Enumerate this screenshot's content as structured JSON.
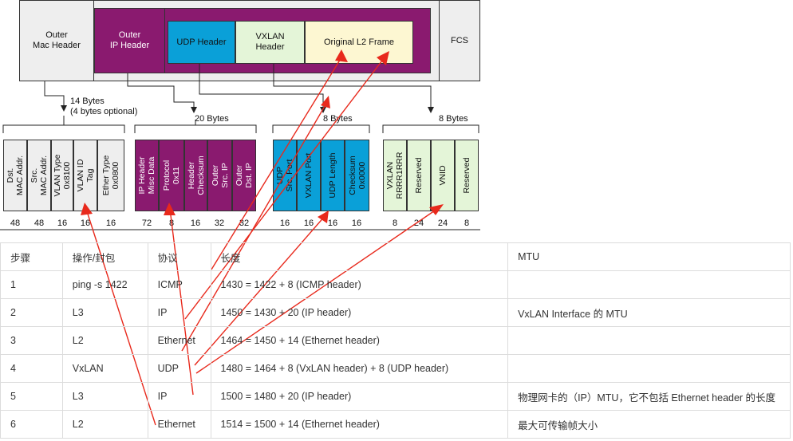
{
  "outer": {
    "mac_header": "Outer\nMac Header",
    "ip_header": "Outer\nIP Header",
    "udp_header": "UDP Header",
    "vxlan_header": "VXLAN\nHeader",
    "l2_frame": "Original L2 Frame",
    "fcs": "FCS"
  },
  "groups": {
    "mac": {
      "bytes": "14 Bytes\n(4 bytes optional)"
    },
    "ip": {
      "bytes": "20 Bytes"
    },
    "udp": {
      "bytes": "8 Bytes"
    },
    "vxlan": {
      "bytes": "8 Bytes"
    }
  },
  "fields": {
    "mac": [
      {
        "label": "Dst.\nMAC Addr.",
        "bits": "48"
      },
      {
        "label": "Src.\nMAC Addr.",
        "bits": "48"
      },
      {
        "label": "VLAN Type\n0x8100",
        "bits": "16"
      },
      {
        "label": "VLAN ID\nTag",
        "bits": "16"
      },
      {
        "label": "Ether Type\n0x0800",
        "bits": "16"
      }
    ],
    "ip": [
      {
        "label": "IP Header\nMisc Data",
        "bits": "72"
      },
      {
        "label": "Protocol\n0x11",
        "bits": "8"
      },
      {
        "label": "Header\nChecksum",
        "bits": "16"
      },
      {
        "label": "Outer\nSrc. IP",
        "bits": "32"
      },
      {
        "label": "Outer\nDst. IP",
        "bits": "32"
      }
    ],
    "udp": [
      {
        "label": "UDP\nSrc. Port",
        "bits": "16"
      },
      {
        "label": "VXLAN Port",
        "bits": "16"
      },
      {
        "label": "UDP Length",
        "bits": "16"
      },
      {
        "label": "Checksum\n0x0000",
        "bits": "16"
      }
    ],
    "vxlan": [
      {
        "label": "VXLAN\nRRRR1RRR",
        "bits": "8"
      },
      {
        "label": "Reserved",
        "bits": "24"
      },
      {
        "label": "VNID",
        "bits": "24"
      },
      {
        "label": "Reserved",
        "bits": "8"
      }
    ]
  },
  "table": {
    "headers": [
      "步骤",
      "操作/封包",
      "协议",
      "长度",
      "MTU"
    ],
    "rows": [
      [
        "1",
        "ping -s 1422",
        "ICMP",
        "1430 = 1422 + 8  (ICMP header)",
        ""
      ],
      [
        "2",
        "L3",
        "IP",
        "1450 = 1430 + 20  (IP header)",
        "VxLAN Interface 的 MTU"
      ],
      [
        "3",
        "L2",
        "Ethernet",
        "1464 = 1450 + 14  (Ethernet header)",
        ""
      ],
      [
        "4",
        "VxLAN",
        "UDP",
        "1480 = 1464 + 8  (VxLAN header)  + 8  (UDP header)",
        ""
      ],
      [
        "5",
        "L3",
        "IP",
        "1500 = 1480 + 20  (IP header)",
        "物理网卡的（IP）MTU，它不包括 Ethernet header 的长度"
      ],
      [
        "6",
        "L2",
        "Ethernet",
        "1514 = 1500 + 14  (Ethernet header)",
        " 最大可传输帧大小"
      ]
    ]
  },
  "colors": {
    "ip": "#8a1a6f",
    "udp": "#0aa0d8",
    "vxlan": "#e4f5d8",
    "frame": "#fdf7d2",
    "mac": "#eeeeee",
    "annotation": "#e8291c"
  }
}
